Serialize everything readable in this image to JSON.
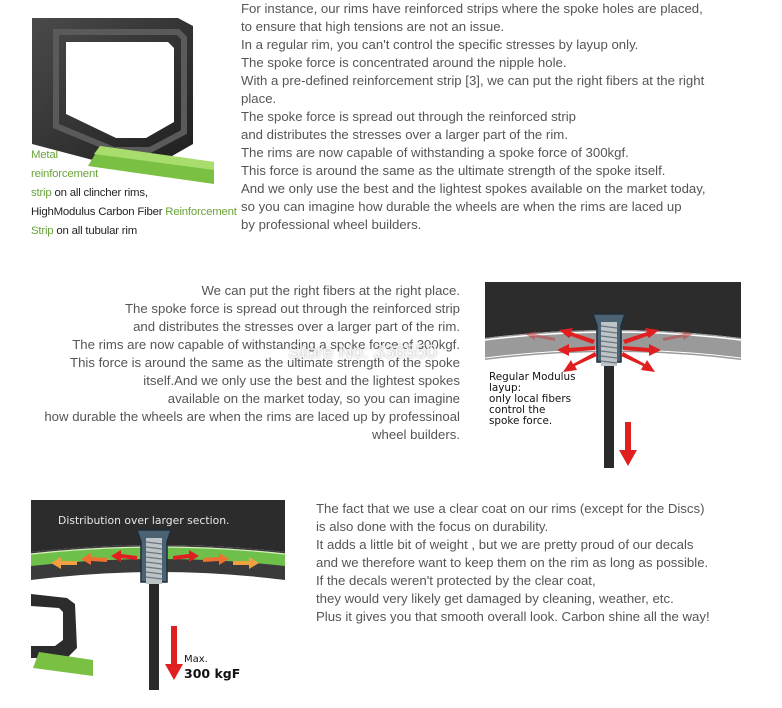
{
  "section1": {
    "caption": {
      "line1": "Metal",
      "line2": "reinforcement",
      "line3_a": "strip",
      "line3_b": " on all clincher rims,",
      "line4_a": "HighModulus Carbon Fiber ",
      "line4_b": "Reinforcement",
      "line5_a": "Strip",
      "line5_b": " on all tubular rim"
    },
    "lines": [
      "For instance, our rims have reinforced strips where the spoke holes are placed,",
      "to ensure that high tensions are not an issue.",
      "In a regular rim, you can't control the specific stresses by layup only.",
      "The spoke force is concentrated around the nipple hole.",
      "With a pre-defined reinforcement strip [3], we can put the right fibers at the right",
      "place.",
      "The spoke force is spread out through the reinforced strip",
      "and distributes the stresses over a larger part of the rim.",
      "The rims are now capable of withstanding a spoke force of 300kgf.",
      "This force is around the same as the ultimate strength of the spoke itself.",
      "And we only use the best and the lightest spokes available on the market today,",
      "so you can imagine how durable the wheels are when the rims are laced up",
      "by professional wheel builders."
    ]
  },
  "section2": {
    "lines": [
      "We can put the right fibers at the right place.",
      "The spoke force is spread out through the reinforced strip",
      "and distributes the stresses over a larger part of the rim.",
      "The rims are now capable of withstanding a spoke force of 300kgf.",
      "This force is around the same as the ultimate strength of the spoke",
      "itself.And we only use the best and the lightest spokes",
      "available on the market today, so you can imagine",
      "how durable the wheels are when the rims are laced up by professinoal",
      "wheel builders."
    ],
    "diagram_label": [
      "Regular Modulus",
      "layup:",
      "only local fibers",
      "control the",
      "spoke force."
    ],
    "watermark": "Store No: 336550"
  },
  "section3": {
    "diagram_title": "Distribution over larger section.",
    "max_label": "Max.",
    "force_label": "300 kgF",
    "lines": [
      "The fact that we use a clear coat on our rims (except for the Discs)",
      "is also done with the focus on durability.",
      "It adds a little bit of weight , but we are pretty proud of our decals",
      "and we therefore want to keep them on the rim as long as possible.",
      "If the decals weren't protected by the clear coat,",
      "they would very likely get damaged by cleaning, weather, etc.",
      "Plus it gives you that smooth overall look. Carbon shine all the way!"
    ]
  },
  "colors": {
    "text": "#555555",
    "accent_green": "#6aa33a",
    "arrow_red": "#e02020",
    "rim_dark": "#2c2c2c"
  }
}
